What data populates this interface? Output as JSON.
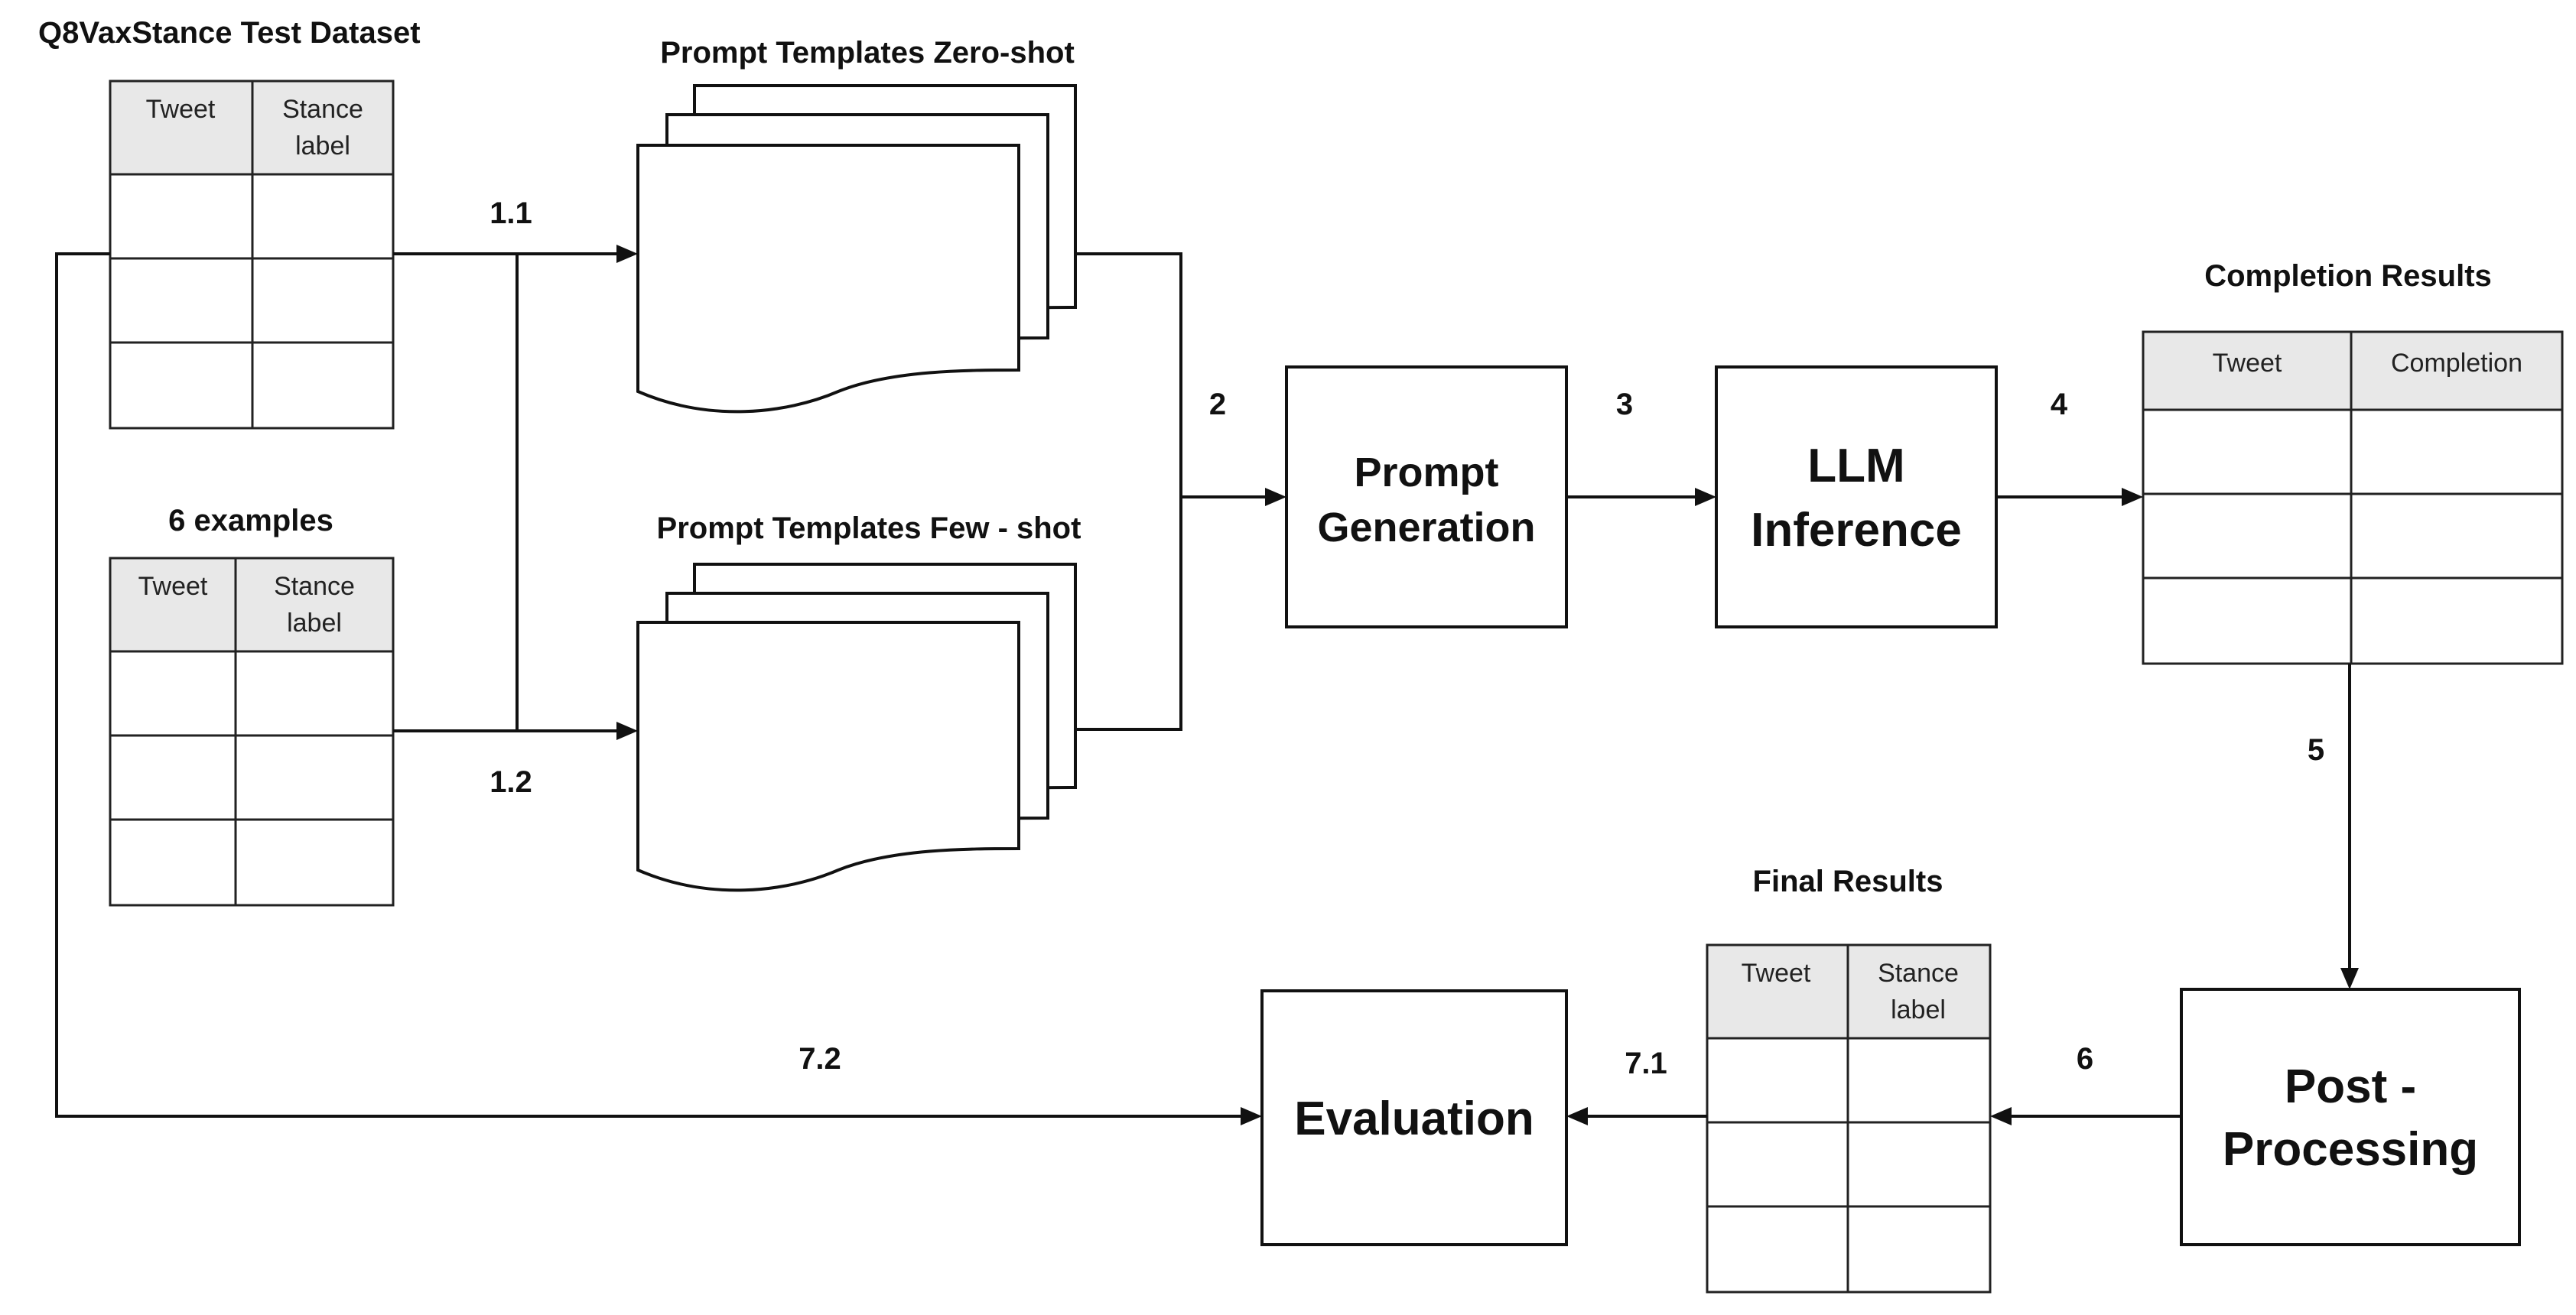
{
  "titles": {
    "test_dataset": "Q8VaxStance Test Dataset",
    "examples": "6  examples",
    "prompt_zero": "Prompt Templates Zero-shot",
    "prompt_few": "Prompt Templates Few - shot",
    "completion_results": "Completion Results",
    "final_results": "Final Results"
  },
  "tables": {
    "test_dataset": {
      "col1": "Tweet",
      "col2": [
        "Stance",
        "label"
      ]
    },
    "examples": {
      "col1": "Tweet",
      "col2": [
        "Stance",
        "label"
      ]
    },
    "completion": {
      "col1": "Tweet",
      "col2": "Completion"
    },
    "final": {
      "col1": "Tweet",
      "col2": [
        "Stance",
        "label"
      ]
    }
  },
  "boxes": {
    "prompt_generation": [
      "Prompt",
      "Generation"
    ],
    "llm_inference": [
      "LLM",
      "Inference"
    ],
    "post_processing": [
      "Post -",
      "Processing"
    ],
    "evaluation": "Evaluation"
  },
  "steps": {
    "s1_1": "1.1",
    "s1_2": "1.2",
    "s2": "2",
    "s3": "3",
    "s4": "4",
    "s5": "5",
    "s6": "6",
    "s7_1": "7.1",
    "s7_2": "7.2"
  }
}
